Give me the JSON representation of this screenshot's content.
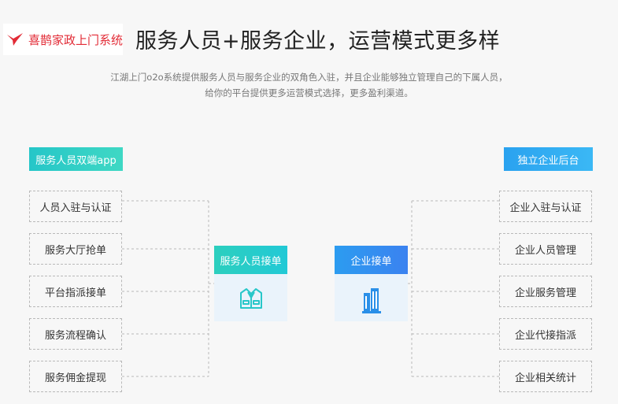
{
  "logo": {
    "text": "喜鹊家政上门系统"
  },
  "headline": "服务人员+服务企业，运营模式更多样",
  "description": {
    "line1": "江湖上门o2o系统提供服务人员与服务企业的双角色入驻，并且企业能够独立管理自己的下属人员，",
    "line2": "给你的平台提供更多运营模式选择，更多盈利渠道。"
  },
  "left_tag": "服务人员双端app",
  "right_tag": "独立企业后台",
  "left_items": [
    "人员入驻与认证",
    "服务大厅抢单",
    "平台指派接单",
    "服务流程确认",
    "服务佣金提现"
  ],
  "right_items": [
    "企业入驻与认证",
    "企业人员管理",
    "企业服务管理",
    "企业代接指派",
    "企业相关统计"
  ],
  "center_left": {
    "title": "服务人员接单",
    "icon": "worker-uniform-icon"
  },
  "center_right": {
    "title": "企业接单",
    "icon": "building-icon"
  },
  "colors": {
    "brand_red": "#e22b36",
    "teal": "#25c6c8",
    "blue": "#2aa2ef"
  }
}
